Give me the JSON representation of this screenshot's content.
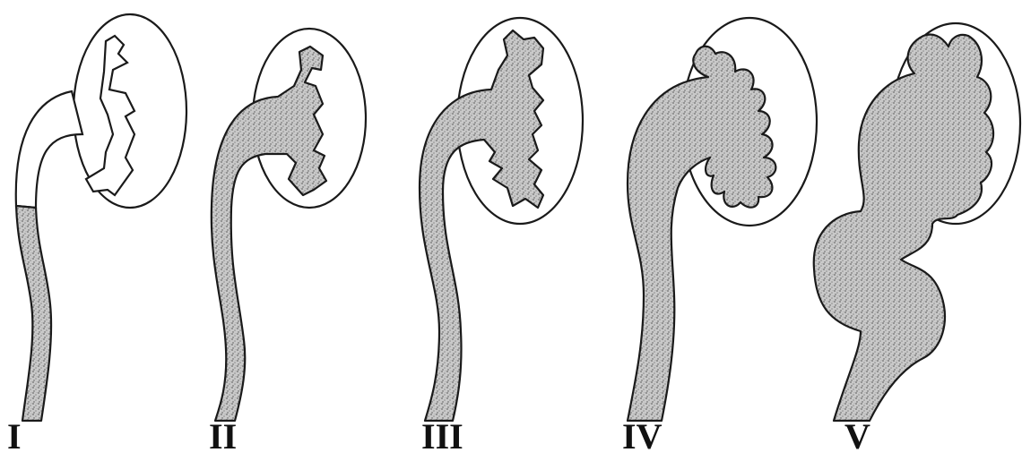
{
  "labels": {
    "grade_1": "I",
    "grade_2": "II",
    "grade_3": "III",
    "grade_4": "IV",
    "grade_5": "V"
  },
  "colors": {
    "outline": "#1a1a1a",
    "fill_stipple": "#bdbdbd",
    "background": "#ffffff"
  }
}
